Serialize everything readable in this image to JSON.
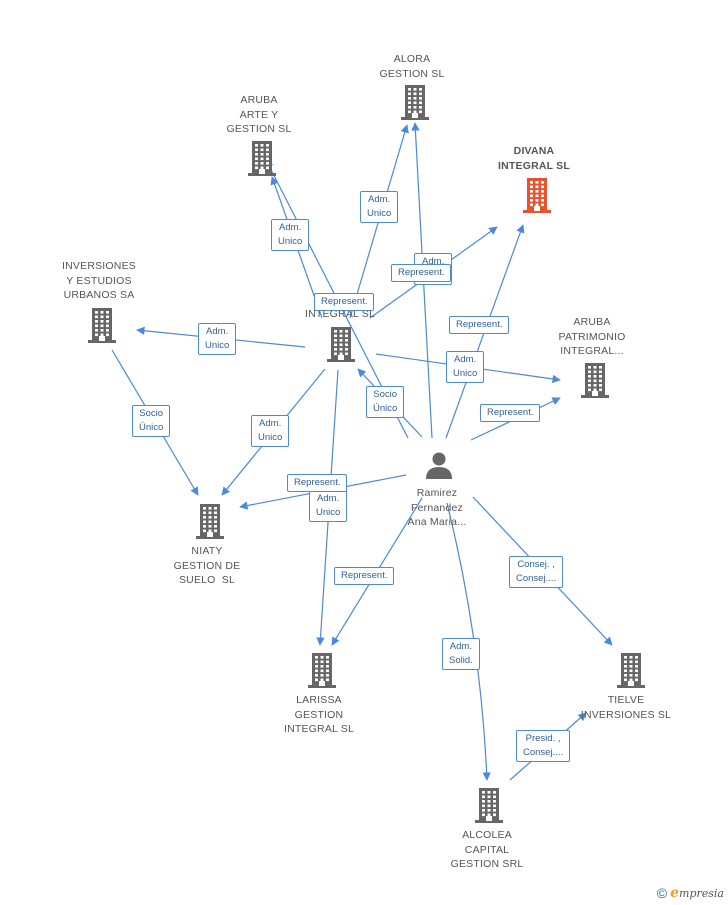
{
  "diagram": {
    "nodes": [
      {
        "id": "alora",
        "type": "company",
        "label": "ALORA\nGESTION SL",
        "highlight": false
      },
      {
        "id": "aruba_arte",
        "type": "company",
        "label": "ARUBA\nARTE Y\nGESTION SL",
        "highlight": false
      },
      {
        "id": "divana",
        "type": "company",
        "label": "DIVANA\nINTEGRAL SL",
        "highlight": true
      },
      {
        "id": "inversiones",
        "type": "company",
        "label": "INVERSIONES\nY ESTUDIOS\nURBANOS SA",
        "highlight": false
      },
      {
        "id": "integral",
        "type": "company",
        "label": "INTEGRAL SL",
        "highlight": false
      },
      {
        "id": "aruba_patrimonio",
        "type": "company",
        "label": "ARUBA\nPATRIMONIO\nINTEGRAL...",
        "highlight": false
      },
      {
        "id": "person",
        "type": "person",
        "label": "Ramirez\nFernandez\nAna Maria...",
        "highlight": false
      },
      {
        "id": "niaty",
        "type": "company",
        "label": "NIATY\nGESTION DE\nSUELO  SL",
        "highlight": false
      },
      {
        "id": "larissa",
        "type": "company",
        "label": "LARISSA\nGESTION\nINTEGRAL SL",
        "highlight": false
      },
      {
        "id": "tielve",
        "type": "company",
        "label": "TIELVE\nINVERSIONES SL",
        "highlight": false
      },
      {
        "id": "alcolea",
        "type": "company",
        "label": "ALCOLEA\nCAPITAL\nGESTION SRL",
        "highlight": false
      }
    ],
    "edges": [
      {
        "id": "e1",
        "from": "integral",
        "to": "alora",
        "label": "Adm.\nUnico"
      },
      {
        "id": "e2",
        "from": "integral",
        "to": "aruba_arte",
        "label": "Adm.\nUnico"
      },
      {
        "id": "e3",
        "from": "integral",
        "to": "divana",
        "label": "Adm.\nUnico"
      },
      {
        "id": "e4",
        "from": "integral",
        "to": "inversiones",
        "label": "Adm.\nUnico"
      },
      {
        "id": "e5",
        "from": "integral",
        "to": "aruba_patrimonio",
        "label": "Adm.\nUnico"
      },
      {
        "id": "e6",
        "from": "integral",
        "to": "niaty",
        "label": "Adm.\nUnico"
      },
      {
        "id": "e7",
        "from": "integral",
        "to": "larissa",
        "label": "Adm.\nUnico"
      },
      {
        "id": "e8",
        "from": "inversiones",
        "to": "niaty",
        "label": "Socio\nÚnico"
      },
      {
        "id": "e9",
        "from": "person",
        "to": "integral",
        "label": "Socio\nÚnico"
      },
      {
        "id": "e10",
        "from": "person",
        "to": "aruba_arte",
        "label": "Represent."
      },
      {
        "id": "e11",
        "from": "person",
        "to": "alora",
        "label": "Represent."
      },
      {
        "id": "e12",
        "from": "person",
        "to": "divana",
        "label": "Represent."
      },
      {
        "id": "e13",
        "from": "person",
        "to": "aruba_patrimonio",
        "label": "Represent."
      },
      {
        "id": "e14",
        "from": "person",
        "to": "niaty",
        "label": "Represent."
      },
      {
        "id": "e15",
        "from": "person",
        "to": "larissa",
        "label": "Represent."
      },
      {
        "id": "e16",
        "from": "person",
        "to": "tielve",
        "label": "Consej. ,\nConsej...."
      },
      {
        "id": "e17",
        "from": "person",
        "to": "alcolea",
        "label": "Adm.\nSolid."
      },
      {
        "id": "e18",
        "from": "alcolea",
        "to": "tielve",
        "label": "Presid. ,\nConsej...."
      }
    ]
  },
  "footer": {
    "copyright_symbol": "©",
    "brand_initial": "e",
    "brand_rest": "mpresia"
  },
  "colors": {
    "edge": "#4a89dc",
    "company_icon": "#666666",
    "highlight_icon": "#e8532e",
    "person_icon": "#666666"
  }
}
